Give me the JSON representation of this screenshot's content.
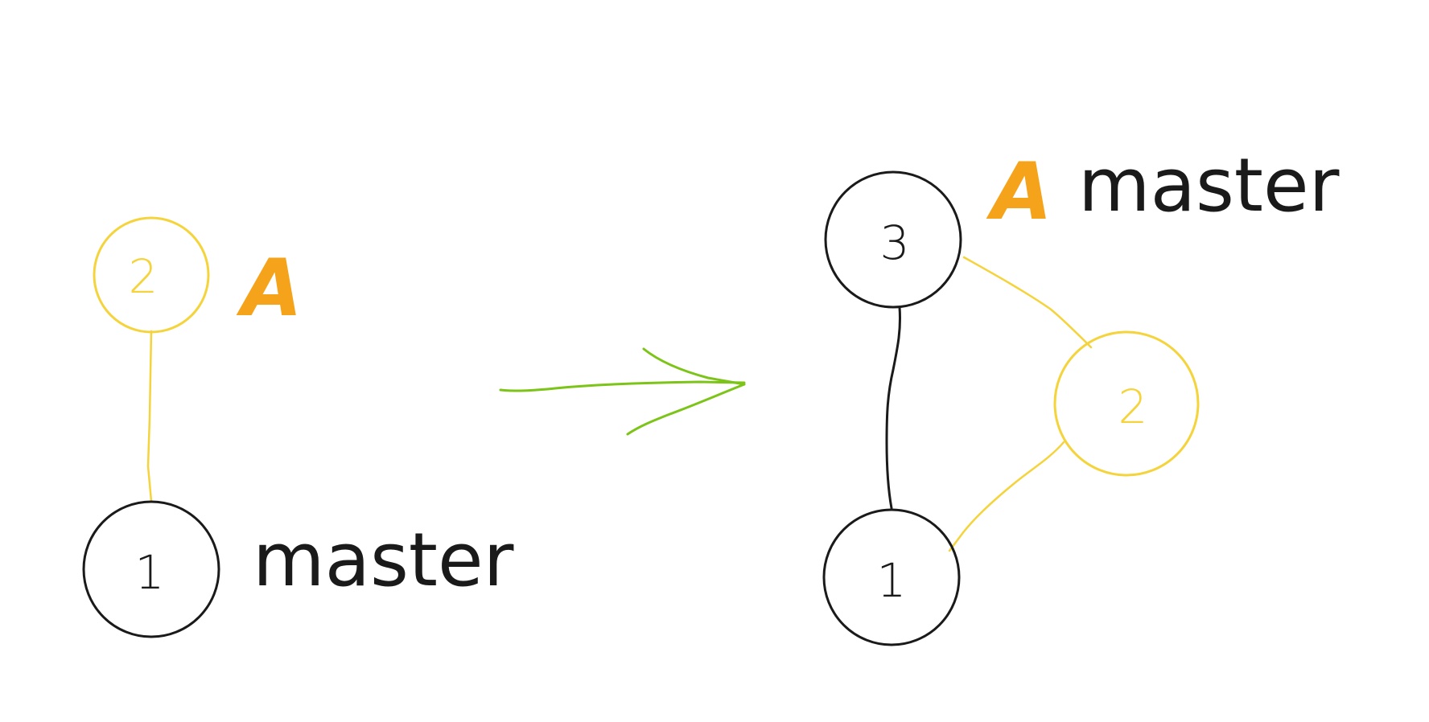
{
  "colors": {
    "ink": "#1a1a1a",
    "feature": "#f5d33b",
    "tag": "#f5a31a",
    "arrow": "#7cc418",
    "background": "#ffffff"
  },
  "before": {
    "commits": [
      {
        "label": "2",
        "branch": "feature"
      },
      {
        "label": "1",
        "branch": "main"
      }
    ],
    "tag_label": "A",
    "branch_label": "master"
  },
  "after": {
    "commits": [
      {
        "label": "3",
        "branch": "main"
      },
      {
        "label": "2",
        "branch": "feature"
      },
      {
        "label": "1",
        "branch": "main"
      }
    ],
    "tag_label": "A",
    "branch_label": "master"
  },
  "arrow": {
    "icon": "right-arrow-icon"
  }
}
